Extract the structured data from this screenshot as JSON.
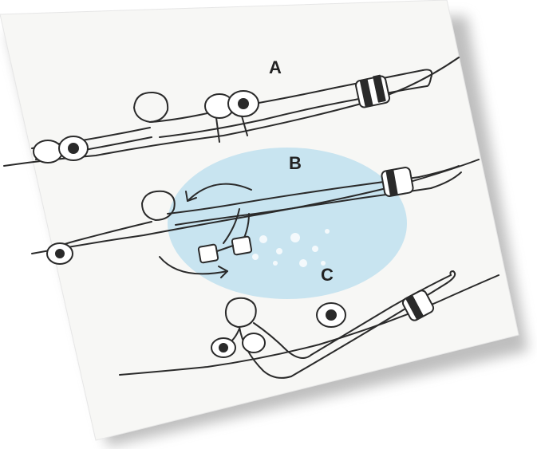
{
  "figure": {
    "panels": [
      {
        "id": "A",
        "label": "A",
        "description_hidden": ""
      },
      {
        "id": "B",
        "label": "B"
      },
      {
        "id": "C",
        "label": "C"
      }
    ]
  },
  "colors": {
    "paper": "#f7f7f5",
    "ink": "#2a2a2a",
    "water_tint": "#bfe0ee",
    "shadow": "#9a9a9a"
  },
  "icons": [
    "float-icon",
    "rotation-arrow-icon"
  ]
}
